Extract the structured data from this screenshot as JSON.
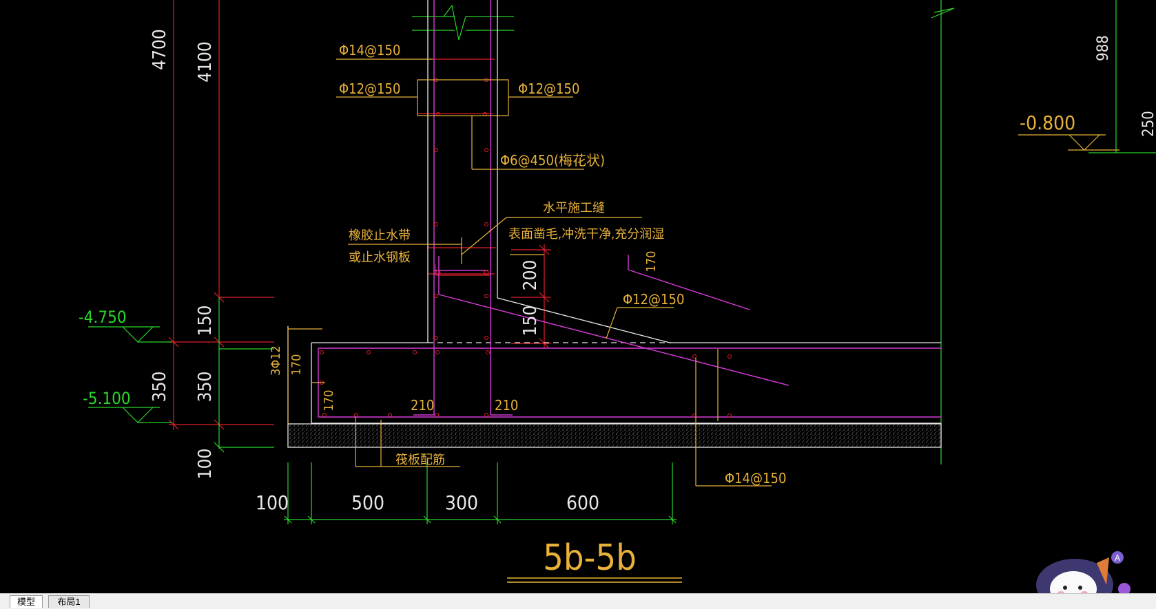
{
  "tabs": [
    {
      "label": "模型",
      "active": true
    },
    {
      "label": "布局1",
      "active": false
    }
  ],
  "drawing": {
    "title": "5b-5b",
    "section_dims": [
      "100",
      "500",
      "300",
      "600"
    ],
    "vertical_dims": {
      "d4700": "4700",
      "d4100": "4100",
      "d150a": "150",
      "d350a": "350",
      "d350b": "350",
      "d100": "100",
      "d200": "200",
      "d150b": "150",
      "d170a": "170",
      "d170b": "170",
      "d170c": "170",
      "d988": "988",
      "d250": "250"
    },
    "levels": {
      "l1": "-4.750",
      "l2": "-5.100",
      "l3": "-0.800"
    },
    "rebar": {
      "r1": "Φ14@150",
      "r2": "Φ12@150",
      "r3": "Φ12@150",
      "r4": "Φ6@450(梅花状)",
      "r5": "Φ12@150",
      "r6": "Φ14@150",
      "r7": "3Φ12",
      "r8": "210",
      "r9": "210"
    },
    "notes": {
      "joint_title": "水平施工缝",
      "joint_desc": "表面凿毛,冲洗干净,充分润湿",
      "waterstop1": "橡胶止水带",
      "waterstop2": "或止水钢板",
      "raft": "筏板配筋"
    }
  },
  "colors": {
    "background": "#000000",
    "dim_red": "#e0202a",
    "text_yellow": "#e8b23a",
    "green": "#2bd62b",
    "magenta": "#d93cd9",
    "white": "#e8e8e8"
  }
}
